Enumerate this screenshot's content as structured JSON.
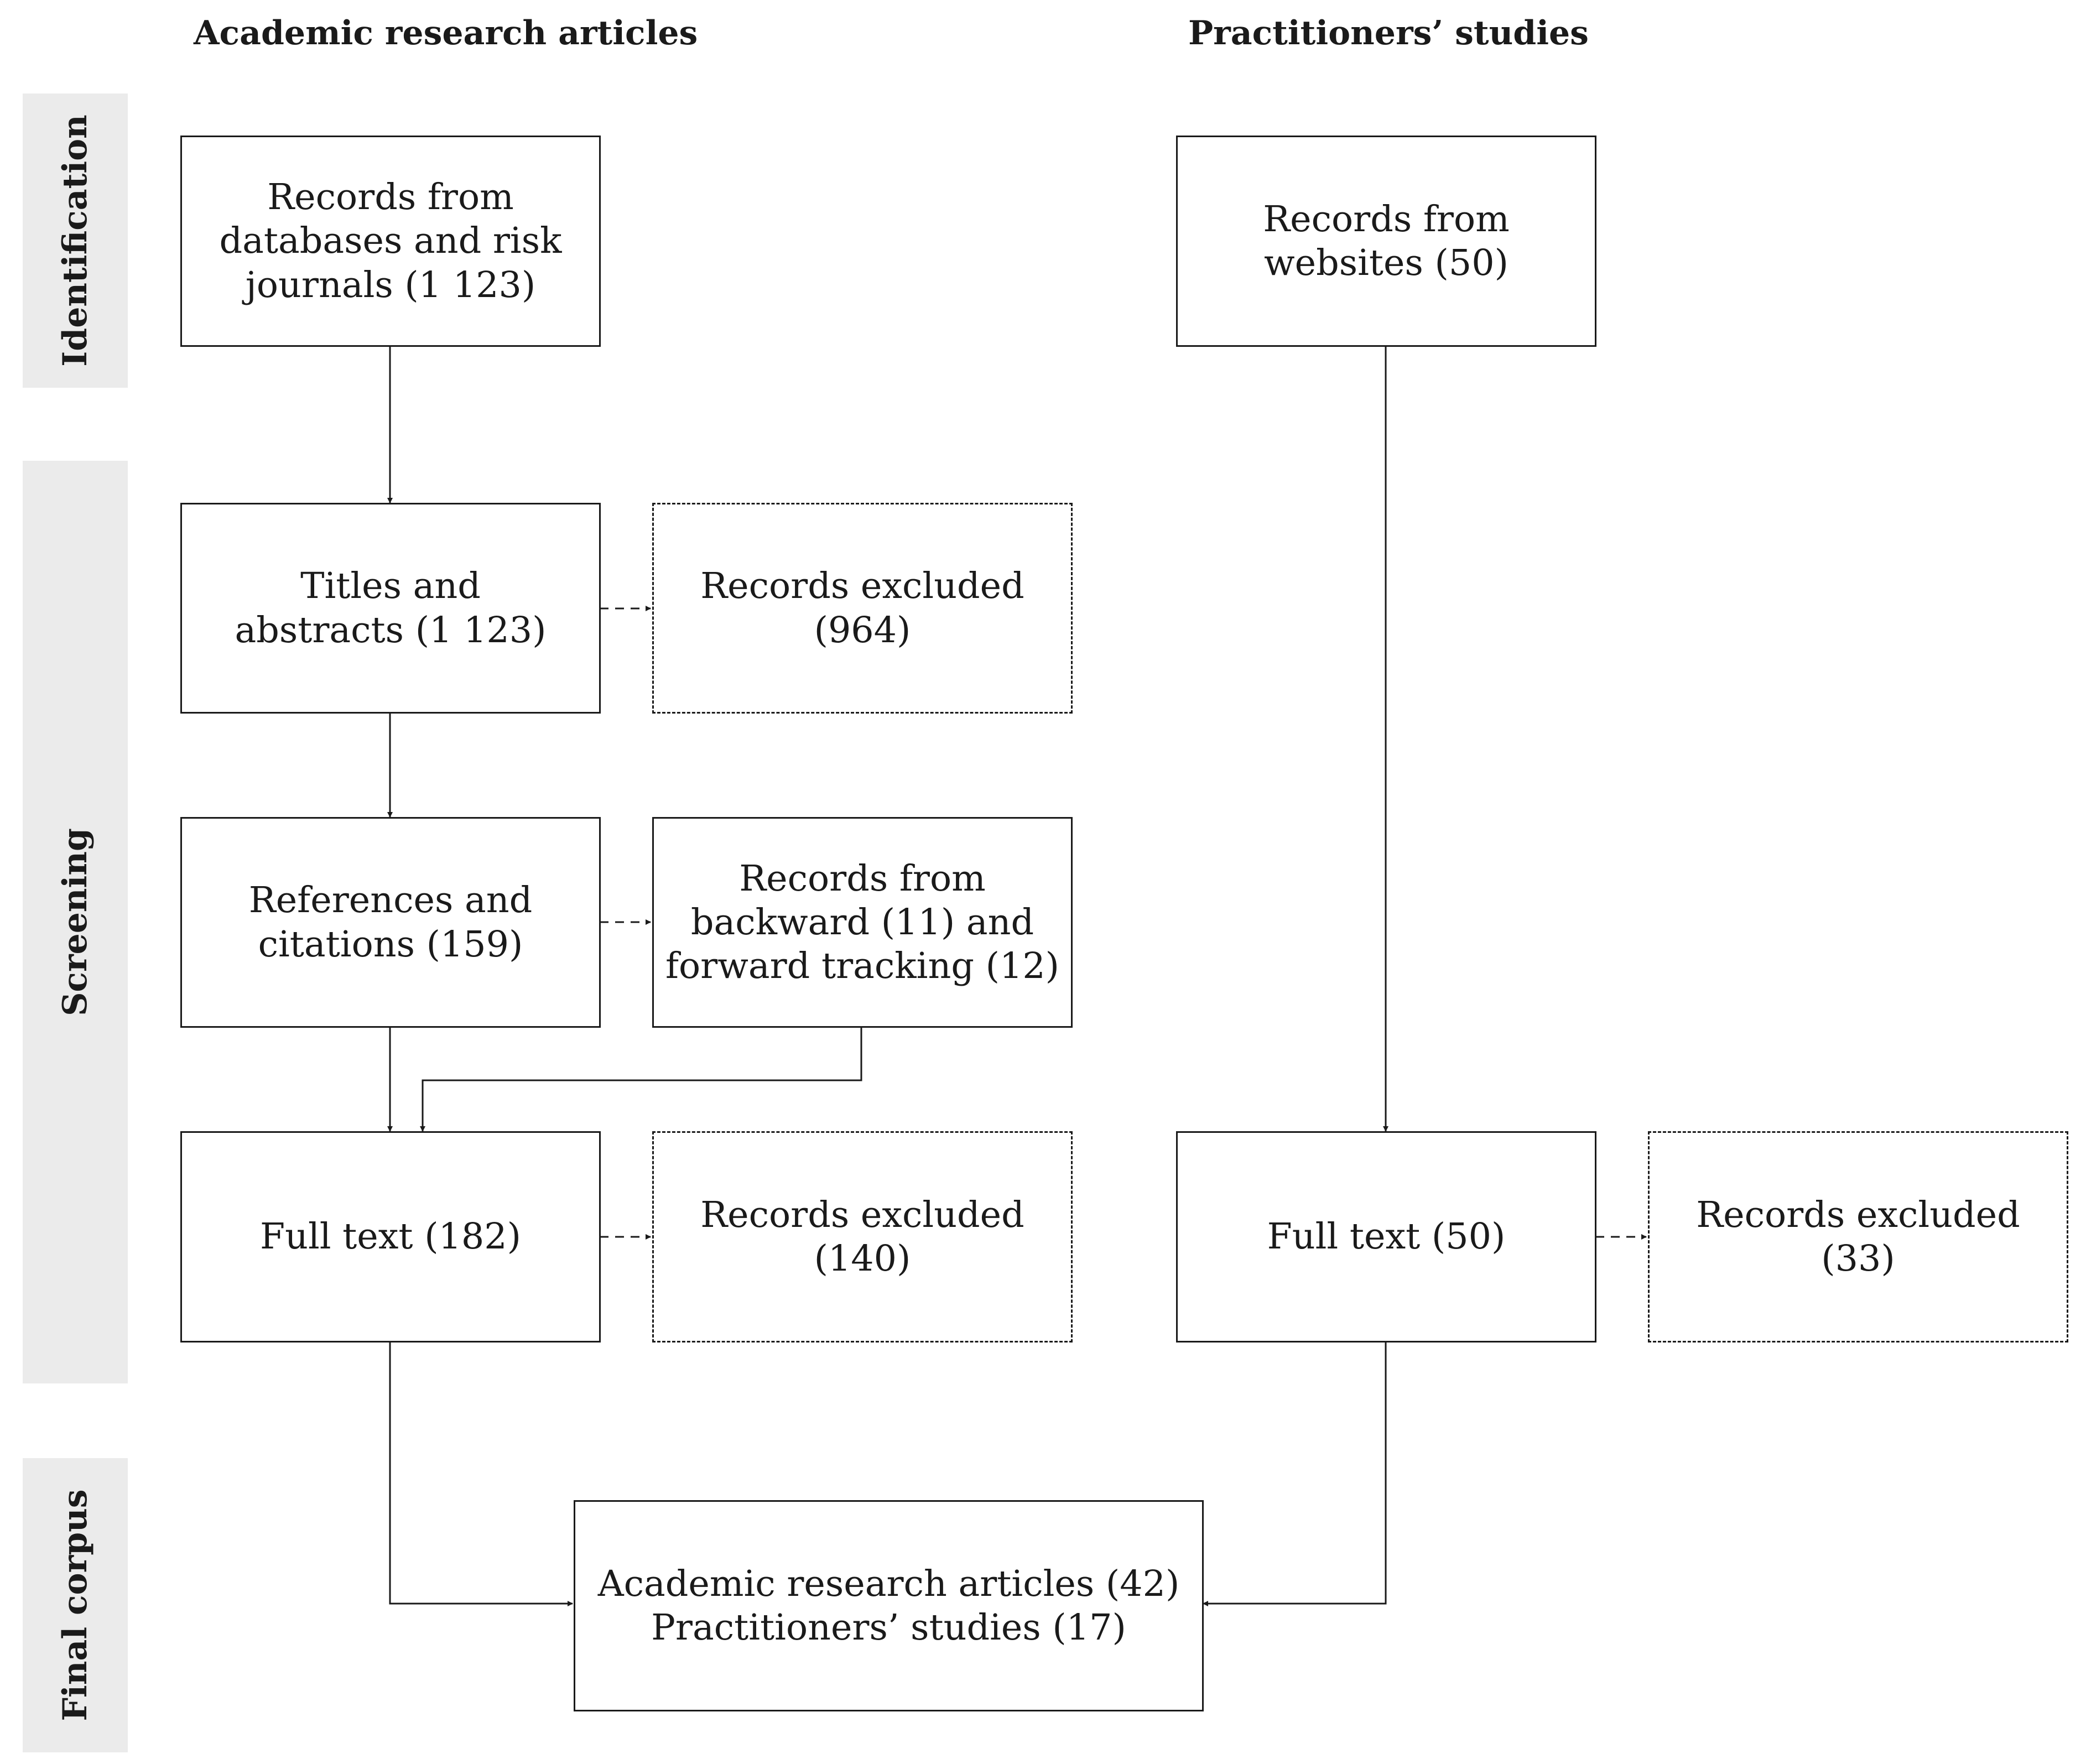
{
  "headers": {
    "academic": "Academic research articles",
    "practitioners": "Practitioners’ studies"
  },
  "phases": {
    "identification": "Identification",
    "screening": "Screening",
    "final_corpus": "Final corpus"
  },
  "boxes": {
    "records_databases": "Records from\ndatabases and risk\njournals (1 123)",
    "titles_abstracts": "Titles and\nabstracts (1 123)",
    "excluded_964": "Records excluded\n(964)",
    "references_citations": "References and\ncitations (159)",
    "backward_forward": "Records from\nbackward (11) and\nforward tracking (12)",
    "full_text_182": "Full text (182)",
    "excluded_140": "Records excluded\n(140)",
    "records_websites": "Records from\nwebsites (50)",
    "full_text_50": "Full text (50)",
    "excluded_33": "Records excluded\n(33)",
    "final_corpus": "Academic research articles (42)\nPractitioners’ studies (17)"
  }
}
